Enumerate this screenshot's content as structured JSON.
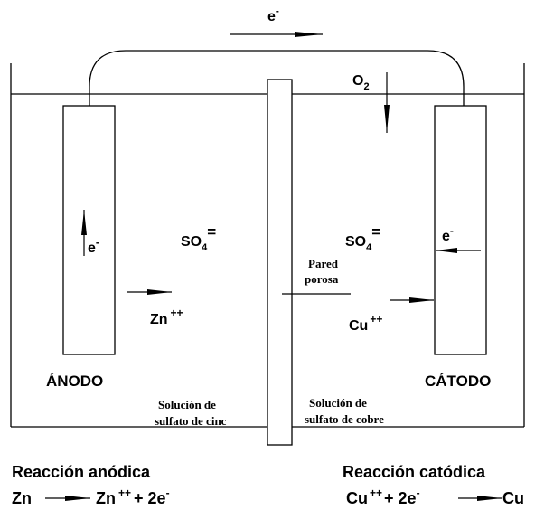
{
  "electron_top": "e",
  "o2": {
    "base": "O",
    "sub": "2"
  },
  "left_electrode_electron": "e",
  "right_electrode_electron": "e",
  "sulfate_left": {
    "base": "SO",
    "sub": "4",
    "sup": "="
  },
  "sulfate_right": {
    "base": "SO",
    "sub": "4",
    "sup": "="
  },
  "zinc_ion": {
    "base": "Zn",
    "sup": "++"
  },
  "copper_ion": {
    "base": "Cu",
    "sup": "++"
  },
  "porous_wall": {
    "line1": "Pared",
    "line2": "porosa"
  },
  "anode_label": "ÁNODO",
  "cathode_label": "CÁTODO",
  "solution_left": {
    "line1": "Solución de",
    "line2": "sulfato de cinc"
  },
  "solution_right": {
    "line1": "Solución de",
    "line2": "sulfato de cobre"
  },
  "anodic": {
    "title": "Reacción anódica",
    "reactant": "Zn",
    "product": "Zn",
    "product_sup": "++",
    "plus": "+ 2e",
    "minus": "-"
  },
  "cathodic": {
    "title": "Reacción catódica",
    "reactant": "Cu",
    "reactant_sup": "++",
    "plus": "+ 2e",
    "minus": "-",
    "product": "Cu"
  },
  "minus_sign": "-"
}
